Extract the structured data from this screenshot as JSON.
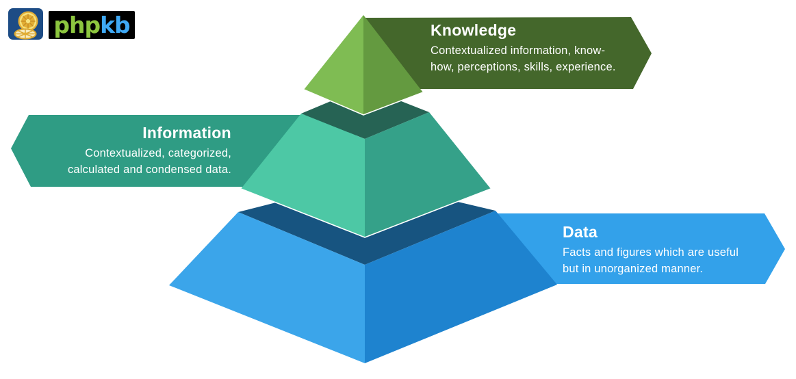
{
  "logo": {
    "brand_php": "php",
    "brand_kb": "kb",
    "php_color": "#8DC63F",
    "kb_color": "#3FA9F5",
    "icon_bg": "#1D4C85",
    "icon_gold": "#E2AE35",
    "icon_gold_light": "#F6E27E",
    "icon_gold_pale": "#F7ECC0",
    "icon_gold_dark": "#C98F23"
  },
  "diagram": {
    "type": "pyramid",
    "title_implied": "Data - Information - Knowledge pyramid",
    "levels": [
      {
        "id": "knowledge",
        "title": "Knowledge",
        "desc_line1": "Contextualized information, know-",
        "desc_line2": "how, perceptions, skills, experience.",
        "banner_color": "#44672B",
        "face_light": "#7FBC53",
        "face_shade": "#649A40"
      },
      {
        "id": "information",
        "title": "Information",
        "desc_line1": "Contextualized, categorized,",
        "desc_line2": "calculated and condensed data.",
        "banner_color": "#2F9C84",
        "face_light": "#4DC8A5",
        "face_shade": "#35A189",
        "face_top": "#266354"
      },
      {
        "id": "data",
        "title": "Data",
        "desc_line1": "Facts and figures which are useful",
        "desc_line2": "but in unorganized manner.",
        "banner_color": "#33A1EA",
        "face_light": "#3BA5EA",
        "face_shade": "#1E83CF",
        "face_top": "#175480"
      }
    ]
  }
}
